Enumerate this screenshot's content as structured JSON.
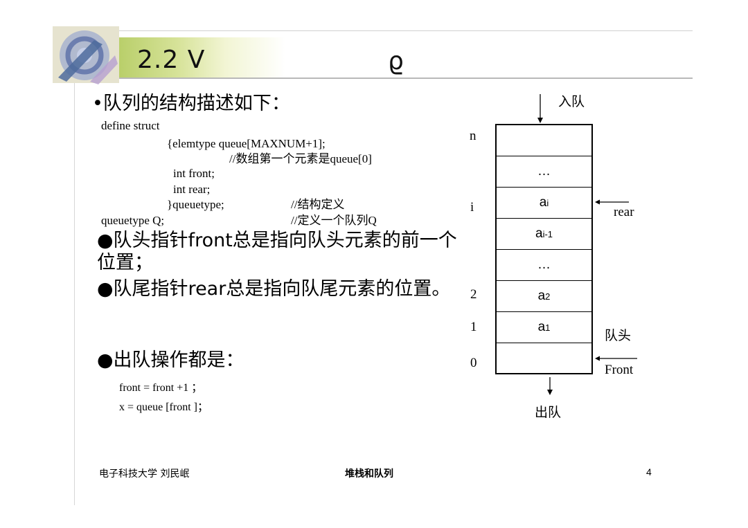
{
  "header": {
    "title": "2.2   V",
    "title_glyph": "ϱ"
  },
  "content": {
    "bullet_1": "•队列的结构描述如下：",
    "code": {
      "define": "define struct",
      "elem": "{elemtype queue[MAXNUM+1];",
      "comment_array": "//数组第一个元素是queue[0]",
      "front": "int front;",
      "rear": "int rear;",
      "close": "}queuetype;",
      "comment_struct": "//结构定义",
      "q_decl": "queuetype Q;",
      "comment_q": "//定义一个队列Q"
    },
    "bullet_2": "●队头指针front总是指向队头元素的前一个位置；",
    "bullet_3": "●队尾指针rear总是指向队尾元素的位置。",
    "bullet_4": "●出队操作都是：",
    "op_1": "front = front +1 ；",
    "op_2": "x = queue [front ]；"
  },
  "diagram": {
    "enqueue_label": "入队",
    "dequeue_label": "出队",
    "rear_label": "rear",
    "front_label": "Front",
    "head_label": "队头",
    "indices": {
      "n": "n",
      "i": "i",
      "two": "2",
      "one": "1",
      "zero": "0"
    },
    "cells": [
      {
        "base": "",
        "sub": ""
      },
      {
        "base": "…",
        "sub": ""
      },
      {
        "base": "a",
        "sub": "i"
      },
      {
        "base": "a",
        "sub": "i-1"
      },
      {
        "base": "…",
        "sub": ""
      },
      {
        "base": "a",
        "sub": "2"
      },
      {
        "base": "a",
        "sub": "1"
      },
      {
        "base": "",
        "sub": ""
      }
    ]
  },
  "footer": {
    "left": "电子科技大学 刘民岷",
    "center": "堆栈和队列",
    "page": "4"
  },
  "colors": {
    "band_green": "#c9d98a",
    "band_yellow": "#f0f4c8",
    "logo_blue": "#6a7fb5"
  }
}
